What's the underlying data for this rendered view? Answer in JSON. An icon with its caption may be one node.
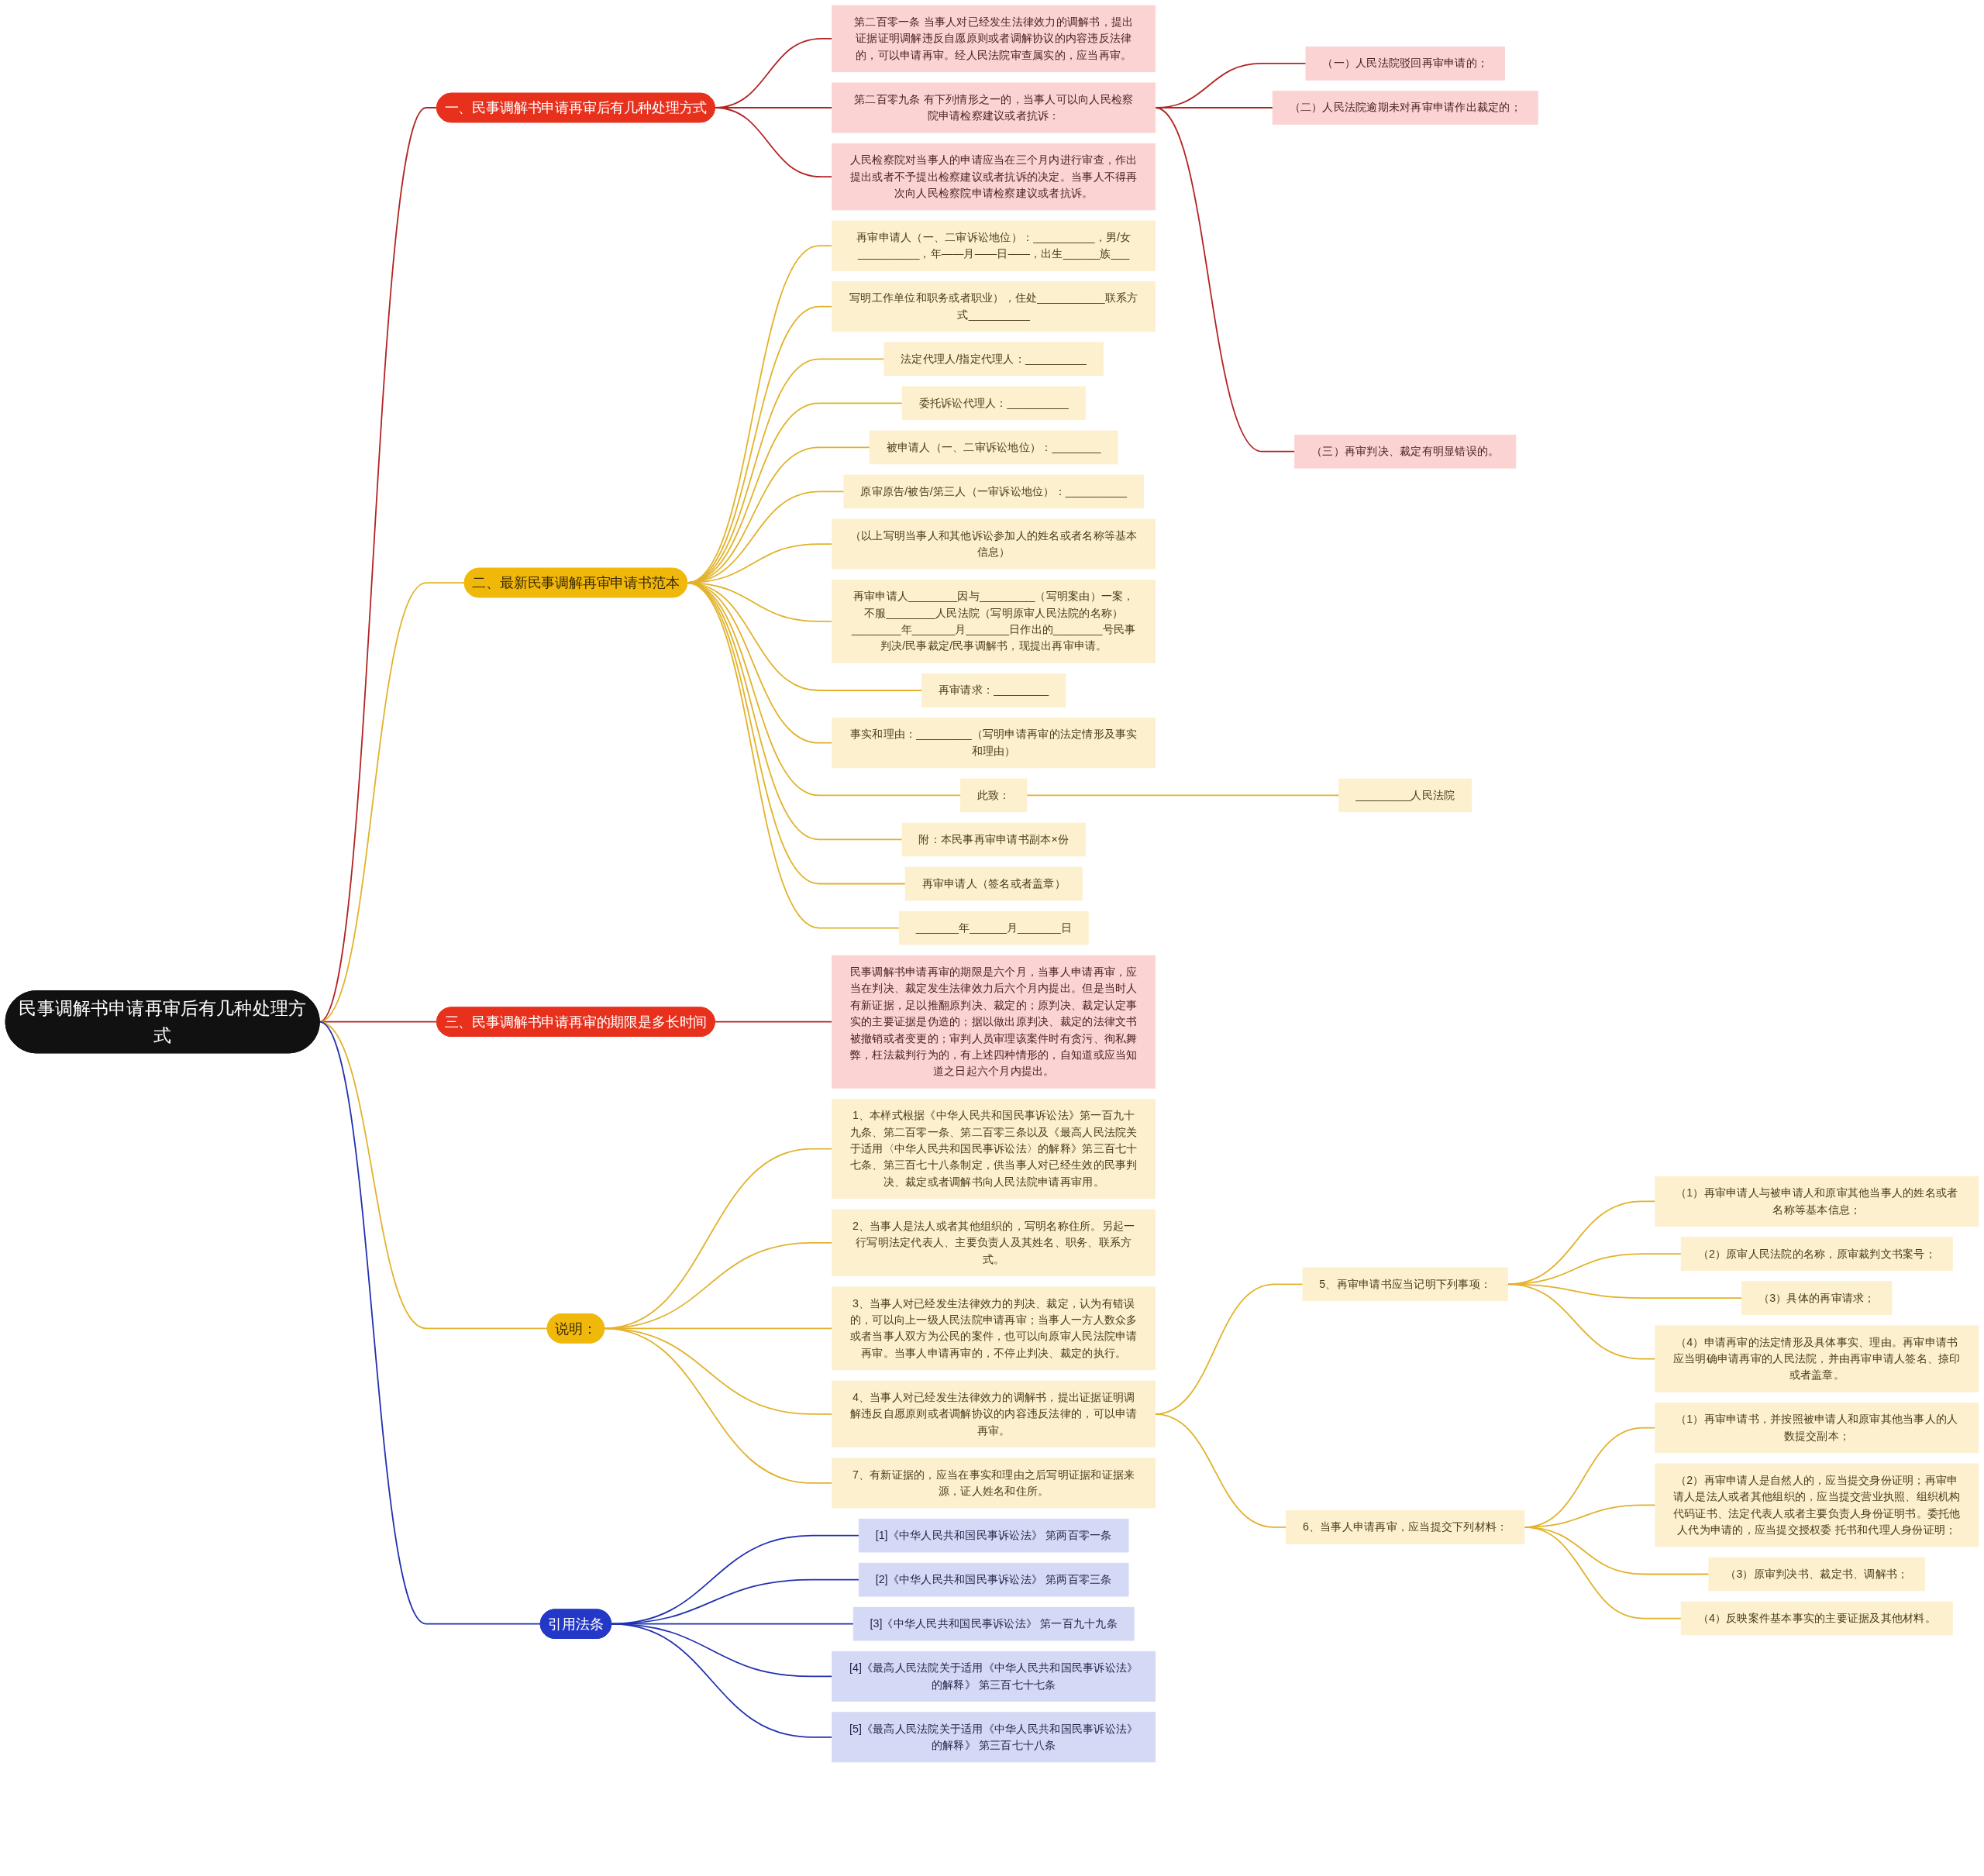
{
  "diagram": {
    "nodes": [
      {
        "text": [
          "民事调解书申请再审后有几种处理方式"
        ]
      },
      {
        "text": [
          "一、民事调解书申请再审后有几种处理方式"
        ]
      },
      {
        "text": [
          "第二百零一条 当事人对已经发生法律效力的调解书，提出证据证明调解违反自愿原则或者调解协议的内容违反法律的，可以申请再审。经人民法院审查属实的，应当再审。"
        ]
      },
      {
        "text": [
          "第二百零九条 有下列情形之一的，当事人可以向人民检察院申请检察建议或者抗诉："
        ]
      },
      {
        "text": [
          "（一）人民法院驳回再审申请的；"
        ]
      },
      {
        "text": [
          "（二）人民法院逾期未对再审申请作出裁定的；"
        ]
      },
      {
        "text": [
          "（三）再审判决、裁定有明显错误的。"
        ]
      },
      {
        "text": [
          "人民检察院对当事人的申请应当在三个月内进行审查，作出提出或者不予提出检察建议或者抗诉的决定。当事人不得再次向人民检察院申请检察建议或者抗诉。"
        ]
      },
      {
        "text": [
          "二、最新民事调解再审申请书范本"
        ]
      },
      {
        "text": [
          "再审申请人（一、二审诉讼地位）：__________，男/女__________，年——月——日——，出生______族___"
        ]
      },
      {
        "text": [
          "写明工作单位和职务或者职业），住处___________联系方式__________"
        ]
      },
      {
        "text": [
          "法定代理人/指定代理人：__________"
        ]
      },
      {
        "text": [
          "委托诉讼代理人：__________"
        ]
      },
      {
        "text": [
          "被申请人（一、二审诉讼地位）：________"
        ]
      },
      {
        "text": [
          "原审原告/被告/第三人（一审诉讼地位）：__________"
        ]
      },
      {
        "text": [
          "（以上写明当事人和其他诉讼参加人的姓名或者名称等基本信息）"
        ]
      },
      {
        "text": [
          "再审申请人________因与_________（写明案由）一案，不服________人民法院（写明原审人民法院的名称）________年_______月_______日作出的________号民事判决/民事裁定/民事调解书，现提出再审申请。"
        ]
      },
      {
        "text": [
          "再审请求：_________"
        ]
      },
      {
        "text": [
          "事实和理由：_________（写明申请再审的法定情形及事实和理由）"
        ]
      },
      {
        "text": [
          "此致："
        ]
      },
      {
        "text": [
          "_________人民法院"
        ]
      },
      {
        "text": [
          "附：本民事再审申请书副本×份"
        ]
      },
      {
        "text": [
          "再审申请人（签名或者盖章）"
        ]
      },
      {
        "text": [
          "_______年______月_______日"
        ]
      },
      {
        "text": [
          "三、民事调解书申请再审的期限是多长时间"
        ]
      },
      {
        "text": [
          "民事调解书申请再审的期限是六个月，当事人申请再审，应当在判决、裁定发生法律效力后六个月内提出。但是当时人有新证据，足以推翻原判决、裁定的；原判决、裁定认定事实的主要证据是伪造的；据以做出原判决、裁定的法律文书被撤销或者变更的；审判人员审理该案件时有贪污、徇私舞弊，枉法裁判行为的，有上述四种情形的，自知道或应当知道之日起六个月内提出。"
        ]
      },
      {
        "text": [
          "说明："
        ]
      },
      {
        "text": [
          "1、本样式根据《中华人民共和国民事诉讼法》第一百九十九条、第二百零一条、第二百零三条以及《最高人民法院关于适用〈中华人民共和国民事诉讼法〉的解释》第三百七十七条、第三百七十八条制定，供当事人对已经生效的民事判决、裁定或者调解书向人民法院申请再审用。"
        ]
      },
      {
        "text": [
          "2、当事人是法人或者其他组织的，写明名称住所。另起一行写明法定代表人、主要负责人及其姓名、职务、联系方式。"
        ]
      },
      {
        "text": [
          "3、当事人对已经发生法律效力的判决、裁定，认为有错误的，可以向上一级人民法院申请再审；当事人一方人数众多或者当事人双方为公民的案件，也可以向原审人民法院申请再审。当事人申请再审的，不停止判决、裁定的执行。"
        ]
      },
      {
        "text": [
          "4、当事人对已经发生法律效力的调解书，提出证据证明调解违反自愿原则或者调解协议的内容违反法律的，可以申请再审。"
        ]
      },
      {
        "text": [
          "5、再审申请书应当记明下列事项："
        ]
      },
      {
        "text": [
          "（1）再审申请人与被申请人和原审其他当事人的姓名或者名称等基本信息；"
        ]
      },
      {
        "text": [
          "（2）原审人民法院的名称，原审裁判文书案号；"
        ]
      },
      {
        "text": [
          "（3）具体的再审请求；"
        ]
      },
      {
        "text": [
          "（4）申请再审的法定情形及具体事实、理由。再审申请书应当明确申请再审的人民法院，并由再审申请人签名、捺印或者盖章。"
        ]
      },
      {
        "text": [
          "6、当事人申请再审，应当提交下列材料："
        ]
      },
      {
        "text": [
          "（1）再审申请书，并按照被申请人和原审其他当事人的人数提交副本；"
        ]
      },
      {
        "text": [
          "（2）再审申请人是自然人的，应当提交身份证明；再审申请人是法人或者其他组织的，应当提交营业执照、组织机构代码证书、法定代表人或者主要负责人身份证明书。委托他人代为申请的，应当提交授权委 托书和代理人身份证明；"
        ]
      },
      {
        "text": [
          "（3）原审判决书、裁定书、调解书；"
        ]
      },
      {
        "text": [
          "（4）反映案件基本事实的主要证据及其他材料。"
        ]
      },
      {
        "text": [
          "7、有新证据的，应当在事实和理由之后写明证据和证据来源，证人姓名和住所。"
        ]
      },
      {
        "text": [
          "引用法条"
        ]
      },
      {
        "text": [
          "[1]《中华人民共和国民事诉讼法》 第两百零一条"
        ]
      },
      {
        "text": [
          "[2]《中华人民共和国民事诉讼法》 第两百零三条"
        ]
      },
      {
        "text": [
          "[3]《中华人民共和国民事诉讼法》 第一百九十九条"
        ]
      },
      {
        "text": [
          "[4]《最高人民法院关于适用《中华人民共和国民事诉讼法》的解释》 第三百七十七条"
        ]
      },
      {
        "text": [
          "[5]《最高人民法院关于适用《中华人民共和国民事诉讼法》的解释》 第三百七十八条"
        ]
      }
    ],
    "edges": [
      {
        "from": 0,
        "to": 1,
        "arrow": "none",
        "color": "#b22222"
      },
      {
        "from": 0,
        "to": 8,
        "arrow": "none"
      },
      {
        "from": 0,
        "to": 24,
        "arrow": "none",
        "color": "#b22222"
      },
      {
        "from": 0,
        "to": 26,
        "arrow": "none"
      },
      {
        "from": 0,
        "to": 42,
        "arrow": "none",
        "color": "#2030b0"
      },
      {
        "from": 1,
        "to": 2,
        "arrow": "none",
        "color": "#b22222"
      },
      {
        "from": 1,
        "to": 3,
        "arrow": "none",
        "color": "#b22222"
      },
      {
        "from": 1,
        "to": 7,
        "arrow": "none",
        "color": "#b22222"
      },
      {
        "from": 8,
        "to": 9,
        "arrow": "none"
      },
      {
        "from": 8,
        "to": 10,
        "arrow": "none"
      },
      {
        "from": 8,
        "to": 11,
        "arrow": "none"
      },
      {
        "from": 8,
        "to": 12,
        "arrow": "none"
      },
      {
        "from": 8,
        "to": 13,
        "arrow": "none"
      },
      {
        "from": 8,
        "to": 14,
        "arrow": "none"
      },
      {
        "from": 8,
        "to": 15,
        "arrow": "none"
      },
      {
        "from": 8,
        "to": 16,
        "arrow": "none"
      },
      {
        "from": 8,
        "to": 17,
        "arrow": "none"
      },
      {
        "from": 8,
        "to": 18,
        "arrow": "none"
      },
      {
        "from": 8,
        "to": 19,
        "arrow": "none"
      },
      {
        "from": 8,
        "to": 21,
        "arrow": "none"
      },
      {
        "from": 8,
        "to": 22,
        "arrow": "none"
      },
      {
        "from": 8,
        "to": 23,
        "arrow": "none"
      },
      {
        "from": 24,
        "to": 25,
        "arrow": "none",
        "color": "#b22222"
      },
      {
        "from": 26,
        "to": 27,
        "arrow": "none"
      },
      {
        "from": 26,
        "to": 28,
        "arrow": "none"
      },
      {
        "from": 26,
        "to": 29,
        "arrow": "none"
      },
      {
        "from": 26,
        "to": 30,
        "arrow": "none"
      },
      {
        "from": 26,
        "to": 41,
        "arrow": "none"
      },
      {
        "from": 42,
        "to": 43,
        "arrow": "none",
        "color": "#2030b0"
      },
      {
        "from": 42,
        "to": 44,
        "arrow": "none",
        "color": "#2030b0"
      },
      {
        "from": 42,
        "to": 45,
        "arrow": "none",
        "color": "#2030b0"
      },
      {
        "from": 42,
        "to": 46,
        "arrow": "none",
        "color": "#2030b0"
      },
      {
        "from": 42,
        "to": 47,
        "arrow": "none",
        "color": "#2030b0"
      },
      {
        "from": 3,
        "to": 4,
        "arrow": "none",
        "color": "#b22222"
      },
      {
        "from": 3,
        "to": 5,
        "arrow": "none",
        "color": "#b22222"
      },
      {
        "from": 3,
        "to": 6,
        "arrow": "none",
        "color": "#b22222"
      },
      {
        "from": 19,
        "to": 20,
        "arrow": "none"
      },
      {
        "from": 30,
        "to": 31,
        "arrow": "none"
      },
      {
        "from": 30,
        "to": 36,
        "arrow": "none"
      },
      {
        "from": 31,
        "to": 32,
        "arrow": "none"
      },
      {
        "from": 31,
        "to": 33,
        "arrow": "none"
      },
      {
        "from": 31,
        "to": 34,
        "arrow": "none"
      },
      {
        "from": 31,
        "to": 35,
        "arrow": "none"
      },
      {
        "from": 36,
        "to": 37,
        "arrow": "none"
      },
      {
        "from": 36,
        "to": 38,
        "arrow": "none"
      },
      {
        "from": 36,
        "to": 39,
        "arrow": "none"
      },
      {
        "from": 36,
        "to": 40,
        "arrow": "none"
      }
    ]
  }
}
